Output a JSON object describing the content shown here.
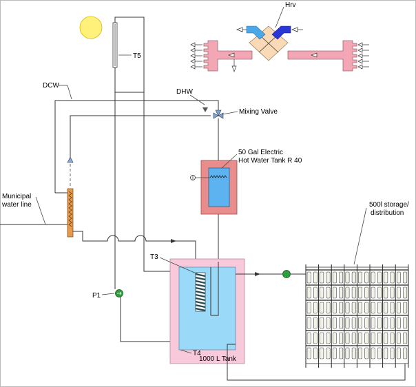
{
  "labels": {
    "hrv": "Hrv",
    "t5": "T5",
    "dcw": "DCW",
    "dhw": "DHW",
    "mixing_valve": "Mixing Valve",
    "electric_tank_line1": "50 Gal Electric",
    "electric_tank_line2": "Hot Water Tank R 40",
    "municipal_line1": "Municipal",
    "municipal_line2": "water line",
    "storage_line1": "500l storage/",
    "storage_line2": "distribution",
    "t3": "T3",
    "p1": "P1",
    "t4": "T4",
    "main_tank": "1000 L Tank"
  },
  "colors": {
    "sun": "#FFF17A",
    "hrv_core": "#F9D9B6",
    "hrv_warm_duct": "#F3A7B5",
    "hrv_cold_in": "#2B36D8",
    "hrv_cold_out": "#4BA8E6",
    "tank_outer": "#F7C9DA",
    "tank_water": "#9AD9F7",
    "electric_tank_outer": "#E88C8C",
    "electric_tank_inner": "#5CB3F0",
    "heat_exchanger": "#E69A4C",
    "pump": "#2E9E3A",
    "coil": "#2A4A52"
  }
}
